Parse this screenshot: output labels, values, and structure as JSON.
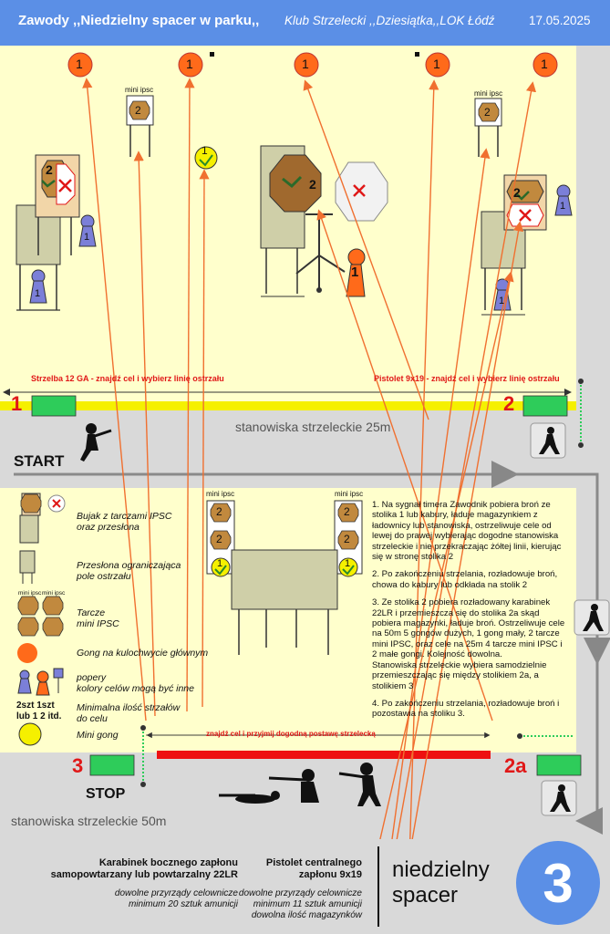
{
  "header": {
    "title": "Zawody ,,Niedzielny spacer w parku,,",
    "club": "Klub Strzelecki ,,Dziesiątka,,LOK Łódź",
    "date": "17.05.2025"
  },
  "zone_25m": {
    "label": "stanowiska strzeleckie 25m",
    "shotgun_line": "Strzelba 12 GA - znajdź cel i wybierz linię ostrzału",
    "pistol_line": "Pistolet 9x19 - znajdź cel i wybierz linię ostrzału",
    "station_1": "1",
    "station_2": "2",
    "start_label": "START"
  },
  "zone_50m": {
    "label": "stanowiska strzeleckie 50m",
    "find_target": "znajdź cel i przyjmij dogodną postawę strzelecką",
    "station_3": "3",
    "station_2a": "2a",
    "stop_label": "STOP"
  },
  "targets": {
    "gong_number": "1",
    "mini_ipsc_label": "mini ipsc",
    "ipsc_number": "2",
    "popper_number": "1"
  },
  "legend": {
    "items": [
      {
        "label": "Bujak z tarczami IPSC\noraz przesłona"
      },
      {
        "label": "Przesłona ograniczająca\npole ostrzału"
      },
      {
        "label": "Tarcze\nmini IPSC"
      },
      {
        "label": "Gong na kulochwycie głównym"
      },
      {
        "label": "popery\nkolory celów mogą być inne"
      },
      {
        "label": "Minimalna ilość strzałów\ndo celu"
      },
      {
        "label": "Mini gong"
      }
    ],
    "mini_ipsc_a": "mini ipsc",
    "mini_ipsc_b": "mini ipsc",
    "min_shots": "2szt 1szt\nlub 1 2 itd."
  },
  "instructions": [
    "1. Na sygnał timera Zawodnik pobiera broń ze stolika 1 lub kabury, ładuje magazynkiem z ładownicy lub stanowiska, ostrzeliwuje cele od lewej do prawej wybierając dogodne stanowiska strzeleckie i nie przekraczając żółtej linii, kierując się w stronę stolika 2",
    "2. Po zakończeniu strzelania, rozładowuje broń, chowa do kabury lub odkłada na stolik 2",
    "3. Ze stolika 2 pobiera rozładowany karabinek 22LR i przemieszcza się do stolika 2a skąd pobiera magazynki, ładuje broń. Ostrzeliwuje cele na 50m 5 gongów dużych, 1 gong mały, 2 tarcze mini IPSC, oraz cele na 25m 4 tarcze mini IPSC i 2 małe gongi. Kolejność dowolna.\nStanowiska strzeleckie wybiera samodzielnie przemieszczając się między stolikiem 2a, a stolikiem 3",
    "4. Po zakończeniu strzelania, rozładowuje broń i pozostawia na stoliku 3."
  ],
  "footer": {
    "rifle_title": "Karabinek bocznego zapłonu\nsamopowtarzany lub powtarzalny 22LR",
    "rifle_desc": "dowolne przyrządy celownicze\nminimum 20 sztuk amunicji",
    "pistol_title": "Pistolet centralnego\nzapłonu  9x19",
    "pistol_desc": "dowolne przyrządy celownicze\nminimum 11 sztuk amunicji\ndowolna ilość magazynków",
    "stage_name": "niedzielny\nspacer",
    "stage_number": "3"
  },
  "colors": {
    "header_bg": "#5b8fe6",
    "field_bg": "#ffffcc",
    "gong": "#ff6a1a",
    "ipsc_brown": "#c1893e",
    "trajectory": "#f07030",
    "table_green": "#2ecc5a",
    "yellow_line": "#f5f000",
    "red_line": "#ee1111",
    "popper_blue": "#7b7fd8",
    "stage_circle": "#5b8fe6"
  }
}
